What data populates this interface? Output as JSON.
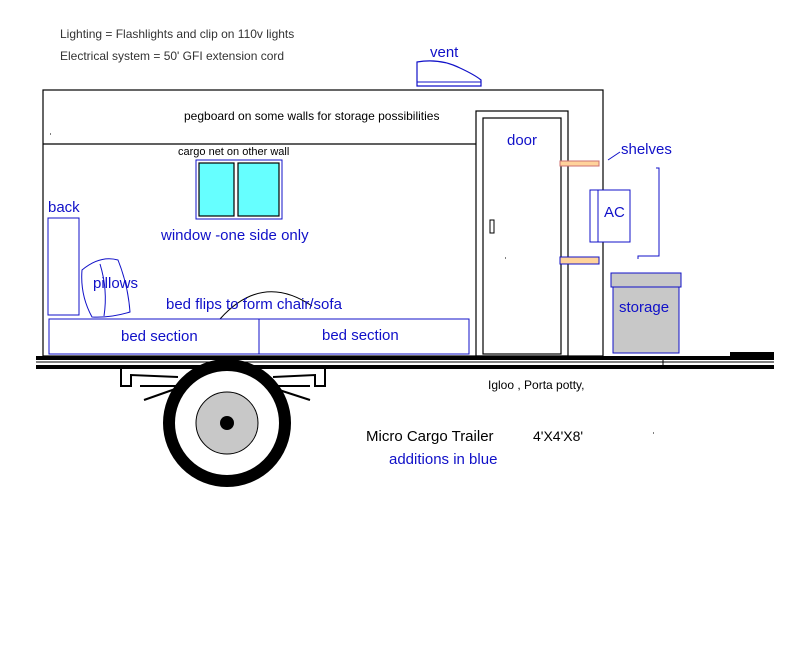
{
  "colors": {
    "annotation_blue": "#1010c8",
    "line_black": "#000000",
    "window_cyan": "#66ffff",
    "shelf_orange": "#ffd39b",
    "storage_gray": "#c8c8c8"
  },
  "notes": {
    "lighting": "Lighting = Flashlights and clip on 110v lights",
    "electrical": "Electrical system =  50' GFI extension cord"
  },
  "labels": {
    "pegboard": "pegboard on some walls for storage possibilities",
    "cargo_net": "cargo net on other wall",
    "igloo": "Igloo  , Porta potty,",
    "title": "Micro Cargo Trailer",
    "dimensions": "4'X4'X8'"
  },
  "additions": {
    "vent": "vent",
    "door": "door",
    "shelves": "shelves",
    "ac": "AC",
    "back": "back",
    "window": "window -one side only",
    "pillows": "pillows",
    "bed_flips": "bed flips to form chair/sofa",
    "bed_section_left": "bed section",
    "bed_section_right": "bed section",
    "storage": "storage",
    "additions_note": "additions in blue"
  }
}
